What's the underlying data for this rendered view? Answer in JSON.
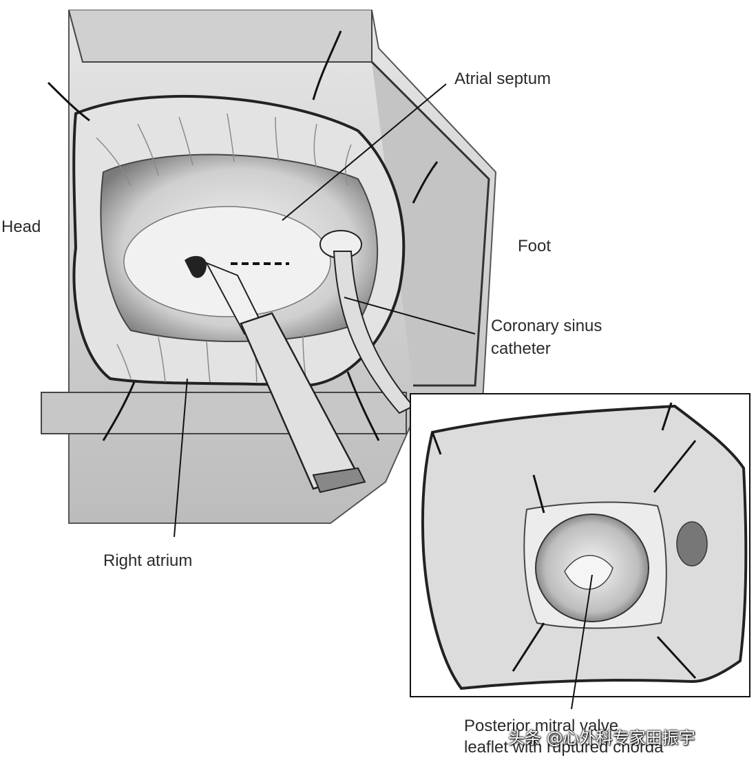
{
  "labels": {
    "atrial_septum": "Atrial septum",
    "head": "Head",
    "foot": "Foot",
    "coronary_sinus_line1": "Coronary sinus",
    "coronary_sinus_line2": "catheter",
    "right_atrium": "Right atrium",
    "posterior_line1": "Posterior mitral valve",
    "posterior_line2": "leaflet with ruptured chorda"
  },
  "watermark": "头条 @心外科专家田振宇",
  "colors": {
    "line": "#1a1a1a",
    "tissue": "#d9d9d9",
    "tissue_dark": "#8c8c8c",
    "background": "#ffffff"
  }
}
